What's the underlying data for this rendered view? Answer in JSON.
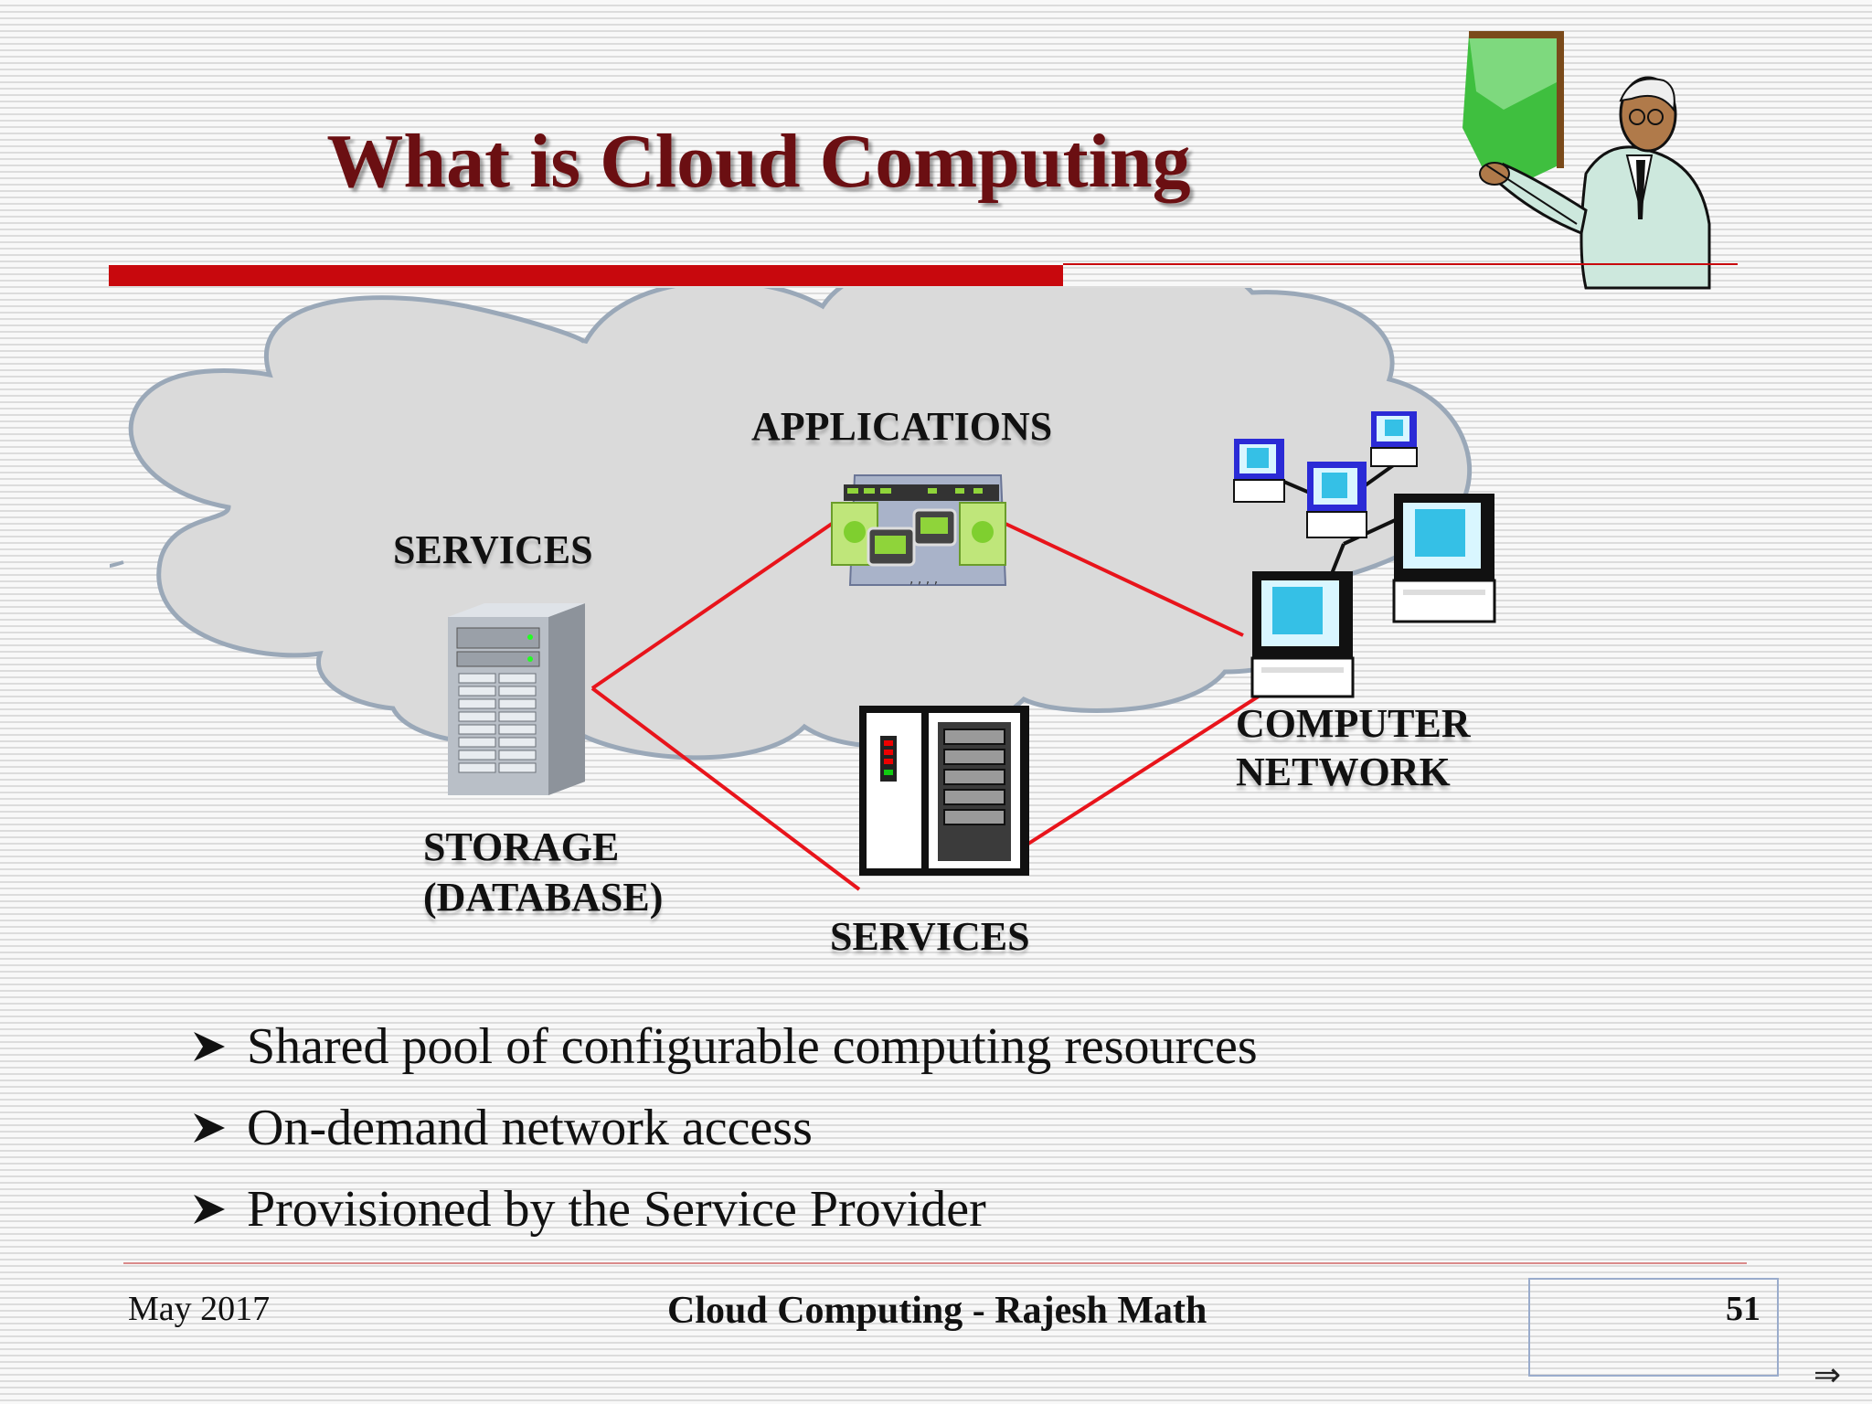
{
  "slide": {
    "title": "What is Cloud Computing",
    "diagram": {
      "labels": {
        "applications": "APPLICATIONS",
        "services_left": "SERVICES",
        "storage_line1": "STORAGE",
        "storage_line2": "(DATABASE)",
        "services_bottom": "SERVICES",
        "network_line1": "COMPUTER",
        "network_line2": "NETWORK"
      },
      "icons": [
        "presenter-clipart",
        "cloud-shape",
        "database-server-icon",
        "applications-icon",
        "server-rack-icon",
        "computer-network-icon"
      ],
      "colors": {
        "cloud_fill": "#dadada",
        "cloud_stroke": "#9aa8b8",
        "link_line": "#e8141b"
      }
    },
    "bullets": [
      "Shared pool of configurable computing resources",
      "On-demand network access",
      "Provisioned by the Service Provider"
    ],
    "bullet_icon": "arrowhead-bullet",
    "footer": {
      "date": "May 2017",
      "title": "Cloud Computing - Rajesh Math",
      "page": "51",
      "next_icon": "⇒"
    },
    "colors": {
      "title": "#6b0f12",
      "accent_rule": "#c8080d"
    }
  }
}
